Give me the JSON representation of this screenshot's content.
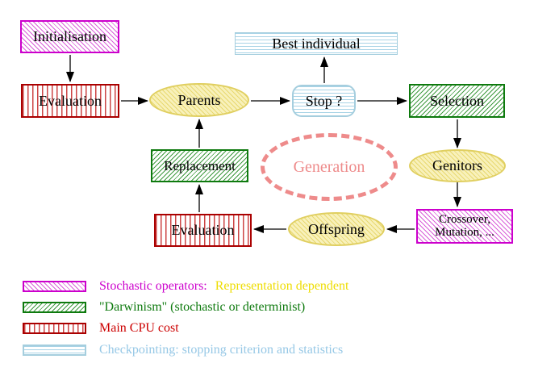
{
  "colors": {
    "magenta": "#cc00cc",
    "green": "#0e7a0e",
    "red": "#bb0000",
    "cyan_stripe": "#a8d3e6",
    "yellow_fill": "#f8f1bb",
    "yellow_border": "#e0cf60",
    "gold_text": "#eedd00",
    "salmon": "#ee8b8b",
    "arrow": "#000000"
  },
  "diagram": {
    "nodes": {
      "initialisation": {
        "label": "Initialisation"
      },
      "evaluation_top": {
        "label": "Evaluation"
      },
      "parents": {
        "label": "Parents"
      },
      "best_individual": {
        "label": "Best individual"
      },
      "stop": {
        "label": "Stop ?"
      },
      "selection": {
        "label": "Selection"
      },
      "genitors": {
        "label": "Genitors"
      },
      "crossover": {
        "line1": "Crossover,",
        "line2": "Mutation, ..."
      },
      "offspring": {
        "label": "Offspring"
      },
      "evaluation_bottom": {
        "label": "Evaluation"
      },
      "replacement": {
        "label": "Replacement"
      },
      "generation": {
        "label": "Generation"
      }
    }
  },
  "legend": {
    "items": [
      {
        "label": "Stochastic operators:",
        "label2": "Representation dependent",
        "swatch": "magenta-hatch"
      },
      {
        "label": "\"Darwinism\" (stochastic or determinist)",
        "swatch": "green-hatch"
      },
      {
        "label": "Main CPU cost",
        "swatch": "red-stripes"
      },
      {
        "label": "Checkpointing: stopping criterion and statistics",
        "swatch": "cyan-stripes"
      }
    ]
  }
}
